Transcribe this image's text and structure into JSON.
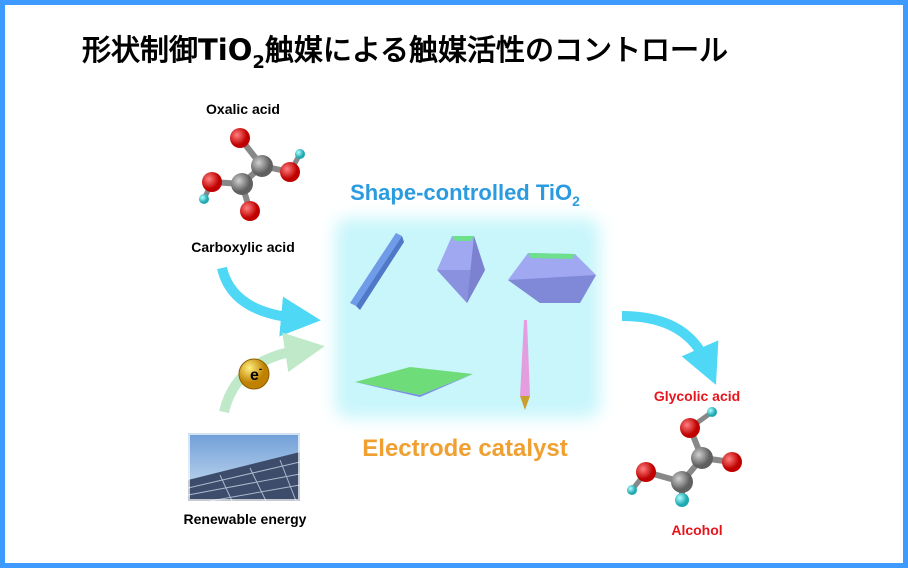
{
  "title": {
    "main": "形状制御TiO",
    "sub": "2",
    "rest": "触媒による触媒活性のコントロール"
  },
  "inputs": {
    "oxalic_acid": "Oxalic acid",
    "carboxylic_acid": "Carboxylic acid",
    "electron": "e",
    "electron_sup": "-",
    "renewable_energy": "Renewable energy"
  },
  "catalyst": {
    "heading": "Shape-controlled TiO",
    "heading_sub": "2",
    "caption": "Electrode catalyst"
  },
  "outputs": {
    "glycolic_acid": "Glycolic acid",
    "alcohol": "Alcohol"
  },
  "colors": {
    "border": "#3d9bff",
    "heading": "#2b9be0",
    "caption": "#f0a030",
    "output_label": "#e8141c",
    "arrow": "#4fd8f5",
    "energy_arrow": "#bfe9c8"
  }
}
